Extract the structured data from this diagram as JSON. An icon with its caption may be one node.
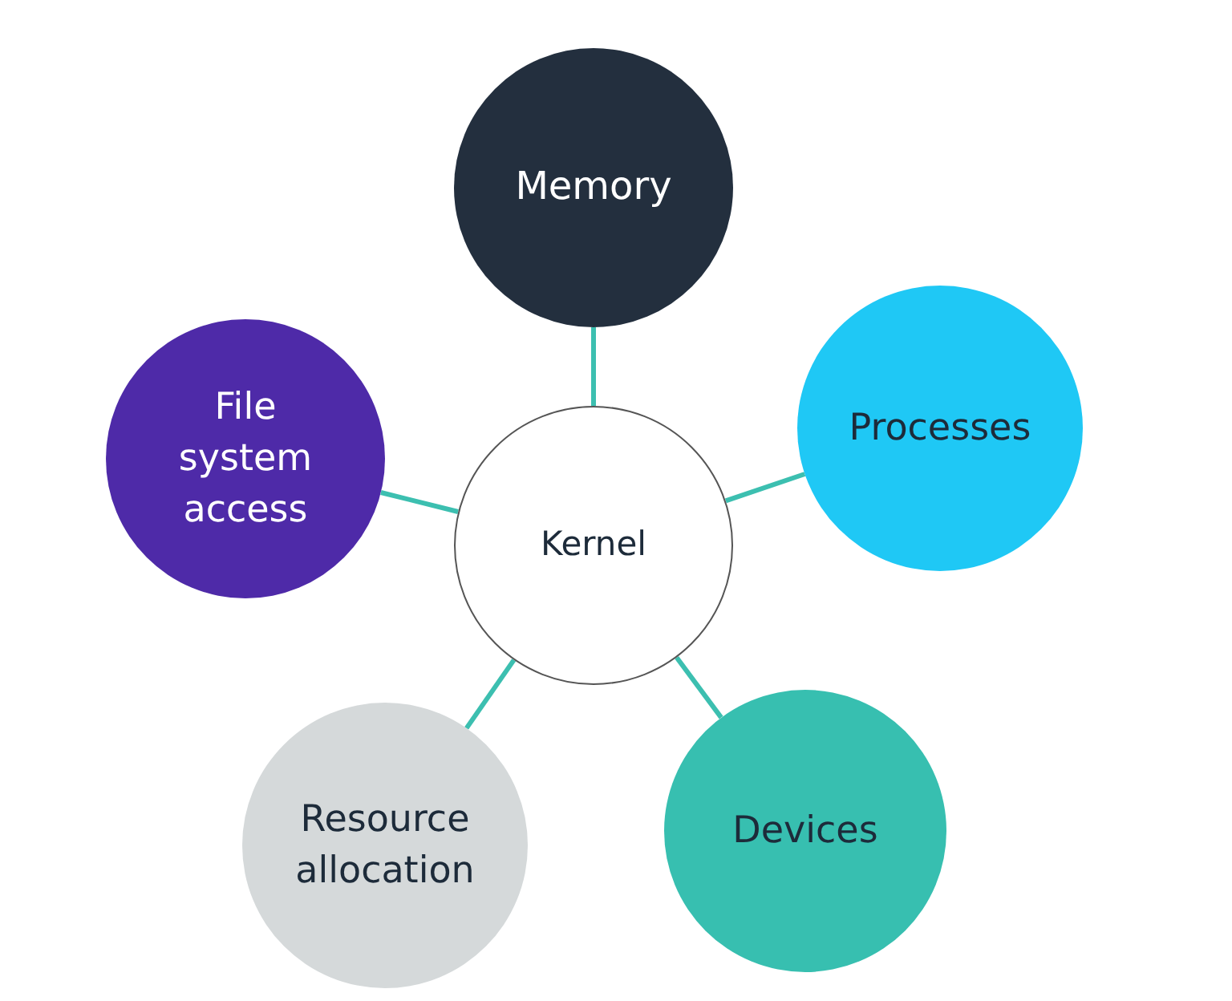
{
  "diagram": {
    "nodes": [
      {
        "text": [
          "Memory"
        ]
      },
      {
        "text": [
          "Processes"
        ]
      },
      {
        "text": [
          "File system access"
        ]
      },
      {
        "text": [
          "Kernel"
        ]
      },
      {
        "text": [
          "Devices"
        ]
      },
      {
        "text": [
          "Resource allocation"
        ]
      }
    ],
    "edges": [
      {
        "from": 3,
        "to": 0,
        "arrow": "none"
      },
      {
        "from": 3,
        "to": 1,
        "arrow": "none"
      },
      {
        "from": 3,
        "to": 2,
        "arrow": "none"
      },
      {
        "from": 3,
        "to": 4,
        "arrow": "none"
      },
      {
        "from": 3,
        "to": 5,
        "arrow": "none"
      }
    ]
  }
}
